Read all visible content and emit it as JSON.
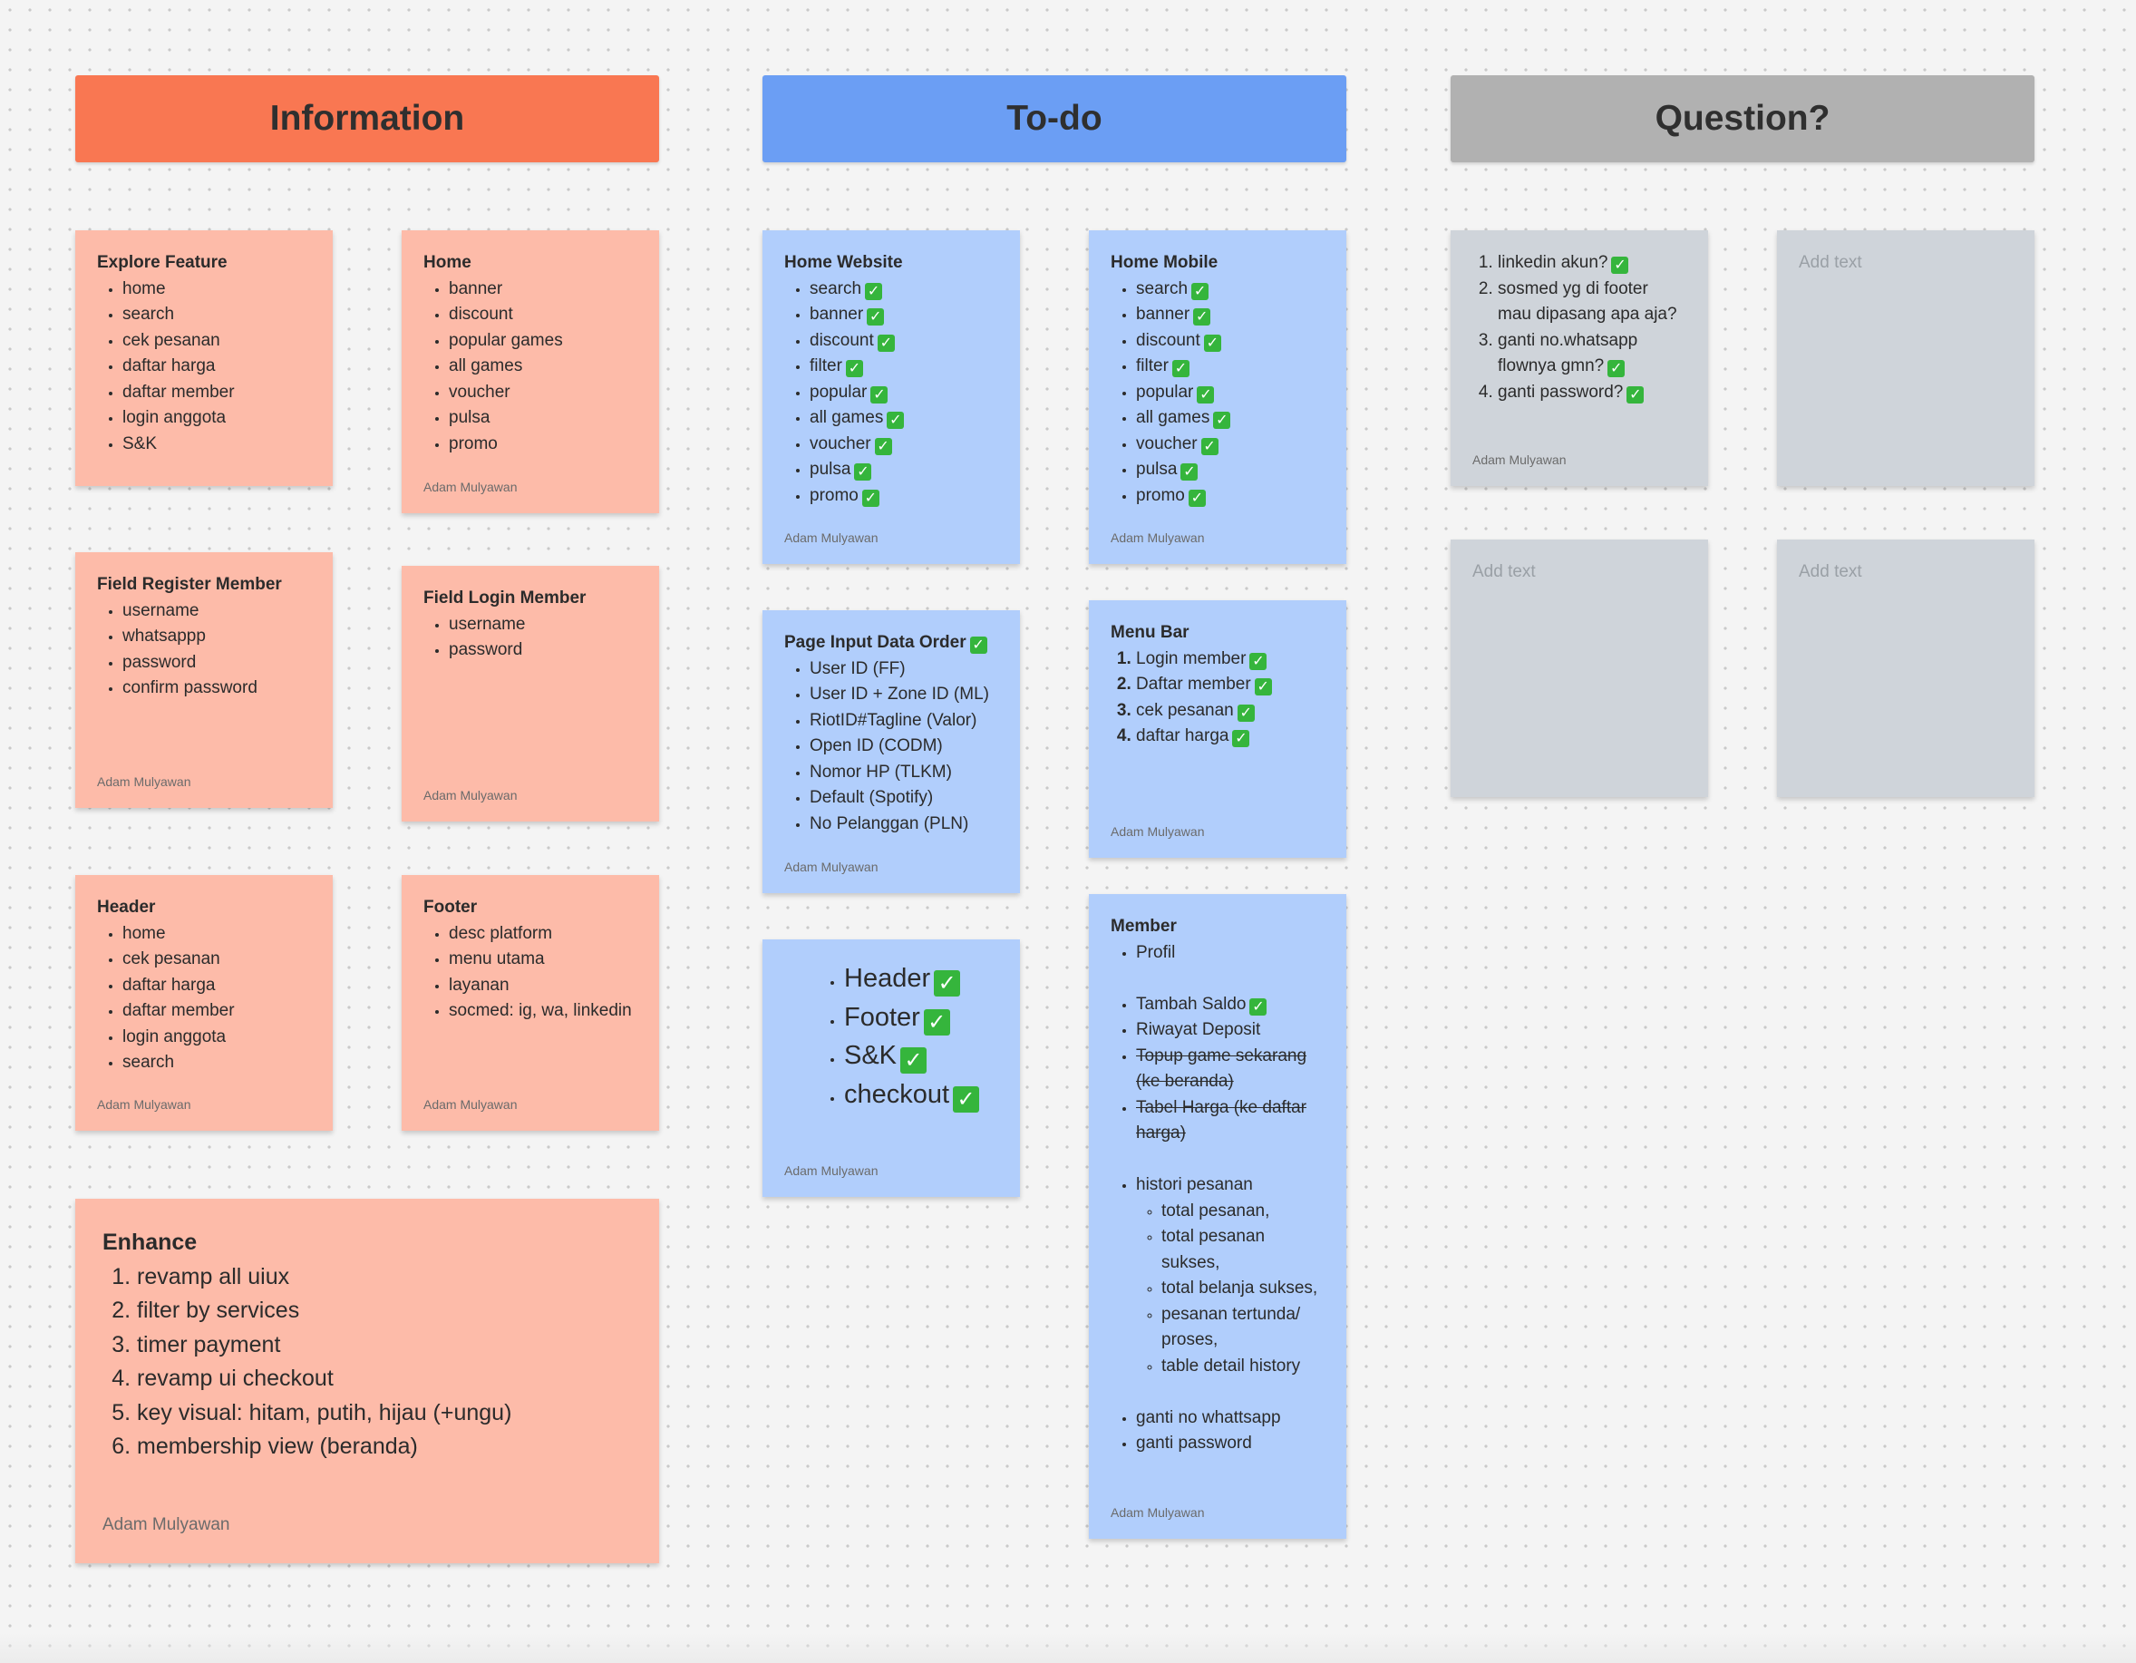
{
  "columns": {
    "information": {
      "title": "Information",
      "color": "#f97752"
    },
    "todo": {
      "title": "To-do",
      "color": "#6b9ef4"
    },
    "question": {
      "title": "Question?",
      "color": "#b1b1b1"
    }
  },
  "author": "Adam Mulyawan",
  "checkmark": "✓",
  "information": {
    "explore": {
      "title": "Explore Feature",
      "items": [
        "home",
        "search",
        "cek pesanan",
        "daftar harga",
        "daftar member",
        "login anggota",
        "S&K"
      ]
    },
    "home": {
      "title": "Home",
      "items": [
        "banner",
        "discount",
        "popular games",
        "all games",
        "voucher",
        "pulsa",
        "promo"
      ]
    },
    "register": {
      "title": "Field Register Member",
      "items": [
        "username",
        "whatsappp",
        "password",
        "confirm password"
      ]
    },
    "login": {
      "title": "Field Login Member",
      "items": [
        "username",
        "password"
      ]
    },
    "header": {
      "title": "Header",
      "items": [
        "home",
        "cek pesanan",
        "daftar harga",
        "daftar member",
        "login anggota",
        "search"
      ]
    },
    "footer": {
      "title": "Footer",
      "items": [
        "desc platform",
        "menu utama",
        "layanan",
        "socmed: ig, wa, linkedin"
      ]
    },
    "enhance": {
      "title": "Enhance",
      "items": [
        "revamp all uiux",
        "filter by services",
        "timer payment",
        "revamp ui checkout",
        "key visual: hitam, putih, hijau (+ungu)",
        "membership view (beranda)"
      ]
    }
  },
  "todo": {
    "home_website": {
      "title": "Home Website",
      "items": [
        "search",
        "banner",
        "discount",
        "filter",
        "popular",
        "all games",
        "voucher",
        "pulsa",
        "promo"
      ]
    },
    "home_mobile": {
      "title": "Home Mobile",
      "items": [
        "search",
        "banner",
        "discount",
        "filter",
        "popular",
        "all games",
        "voucher",
        "pulsa",
        "promo"
      ]
    },
    "page_input": {
      "title": "Page Input Data Order",
      "items": [
        "User ID (FF)",
        "User ID + Zone ID (ML)",
        "RiotID#Tagline (Valor)",
        "Open ID (CODM)",
        "Nomor HP (TLKM)",
        "Default (Spotify)",
        "No Pelanggan (PLN)"
      ]
    },
    "menu_bar": {
      "title": "Menu Bar",
      "items": [
        "Login member",
        "Daftar member",
        "cek pesanan",
        "daftar harga"
      ]
    },
    "big_list": {
      "items": [
        "Header",
        "Footer",
        "S&K",
        "checkout"
      ]
    },
    "member": {
      "title": "Member",
      "profil": "Profil",
      "tambah_saldo": "Tambah Saldo",
      "riwayat": "Riwayat Deposit",
      "topup": "Topup game sekarang (ke beranda)",
      "tabel": "Tabel Harga (ke daftar harga)",
      "histori": "histori pesanan",
      "histori_items": [
        "total pesanan,",
        "total pesanan sukses,",
        "total belanja sukses,",
        "pesanan tertunda/ proses,",
        "table detail history"
      ],
      "ganti_wa": "ganti no whattsapp",
      "ganti_pw": "ganti password"
    }
  },
  "question": {
    "q1": {
      "items": [
        "linkedin akun?",
        "sosmed yg di footer mau dipasang apa aja?",
        "ganti no.whatsapp flownya gmn?",
        "ganti password?"
      ]
    },
    "placeholder": "Add text"
  }
}
